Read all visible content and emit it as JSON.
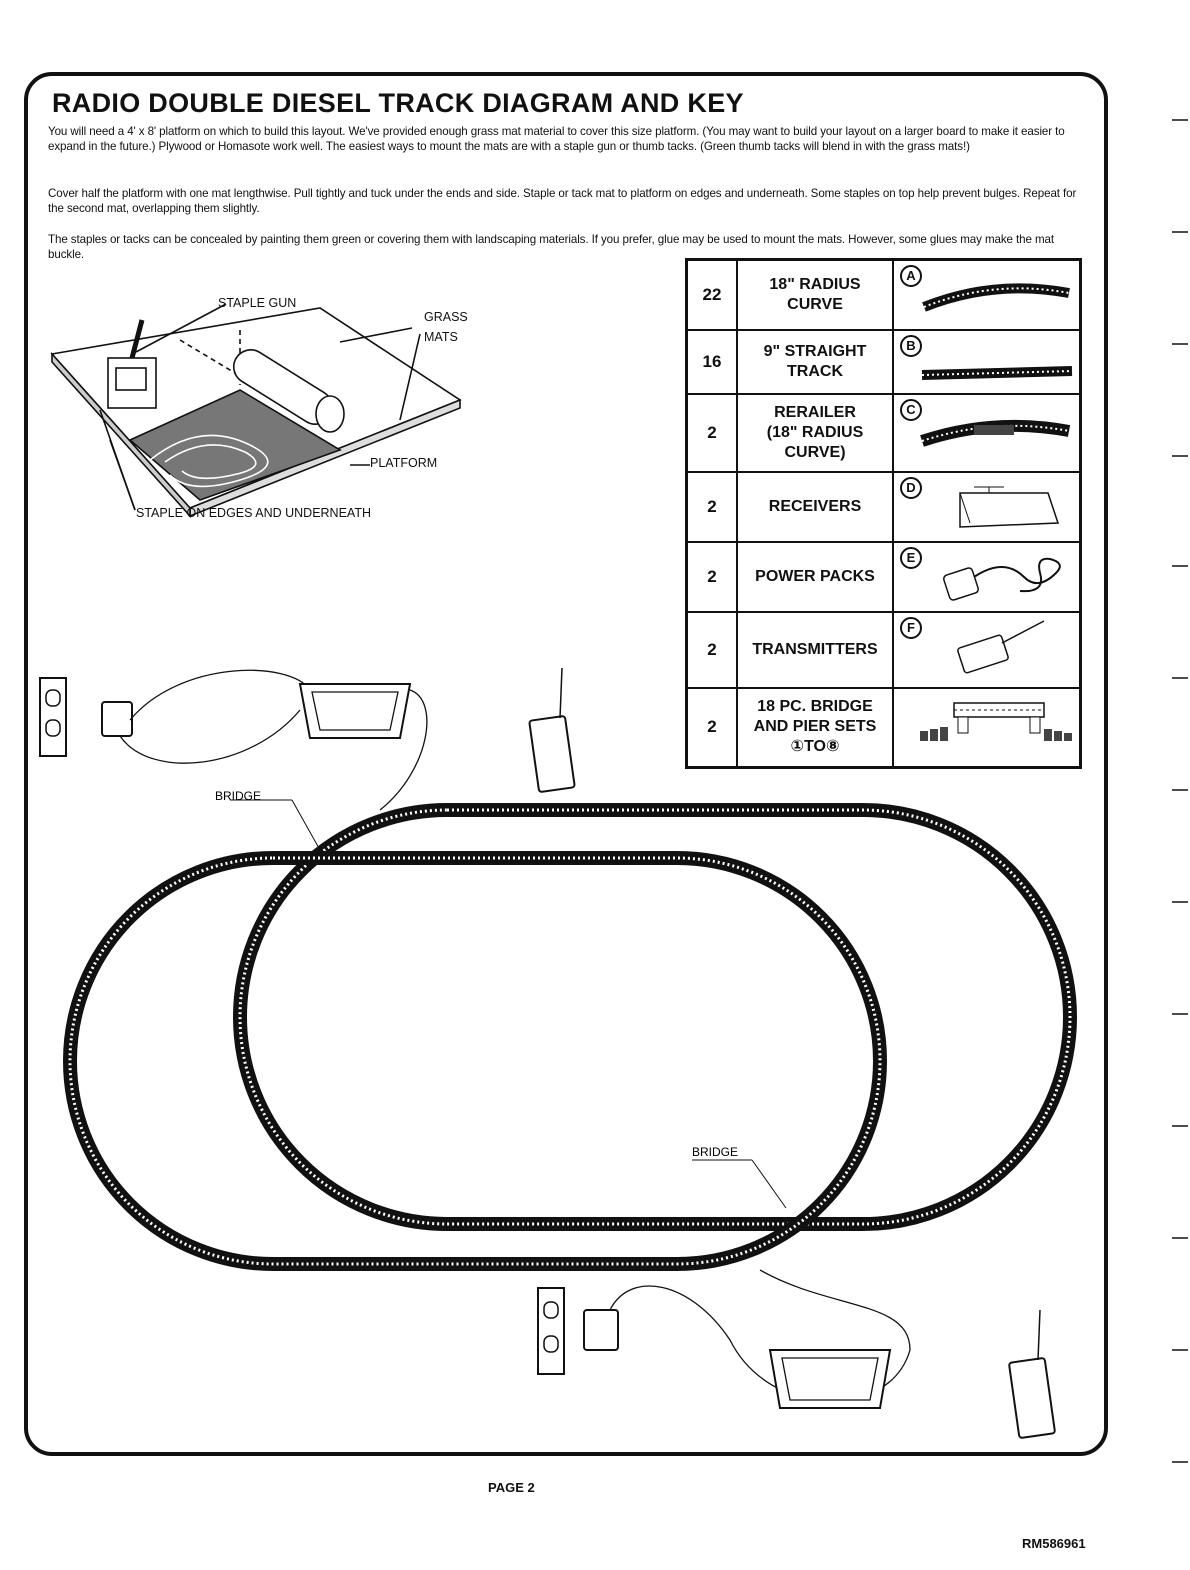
{
  "title": "RADIO DOUBLE DIESEL TRACK DIAGRAM AND KEY",
  "paragraphs": [
    "You will need a 4' x 8' platform on which to build this layout. We've provided enough grass mat material to cover this size platform. (You may want to build your layout on a larger board to make it easier to expand in the future.) Plywood or Homasote work well. The easiest ways to mount the mats are with a staple gun or thumb tacks. (Green thumb tacks will blend in with the grass mats!)",
    "Cover half the platform with one mat lengthwise. Pull tightly and tuck under the ends and side. Staple or tack mat to platform on edges and underneath. Some staples on top help prevent bulges. Repeat for the second mat, overlapping them slightly.",
    "The staples or tacks can be concealed by painting them green or covering them with landscaping materials. If you prefer, glue may be used to mount the mats. However, some glues may make the mat buckle."
  ],
  "illustration": {
    "staple_gun": "STAPLE GUN",
    "grass_mats_1": "GRASS",
    "grass_mats_2": "MATS",
    "platform": "PLATFORM",
    "staple_edges": "STAPLE ON EDGES AND UNDERNEATH"
  },
  "key": [
    {
      "qty": "22",
      "line1": "18\" RADIUS",
      "line2": "CURVE",
      "line3": "",
      "letter": "A",
      "icon": "curved-track-icon"
    },
    {
      "qty": "16",
      "line1": "9\" STRAIGHT",
      "line2": "TRACK",
      "line3": "",
      "letter": "B",
      "icon": "straight-track-icon"
    },
    {
      "qty": "2",
      "line1": "RERAILER",
      "line2": "(18\" RADIUS",
      "line3": "CURVE)",
      "letter": "C",
      "icon": "rerailer-icon"
    },
    {
      "qty": "2",
      "line1": "RECEIVERS",
      "line2": "",
      "line3": "",
      "letter": "D",
      "icon": "receiver-icon"
    },
    {
      "qty": "2",
      "line1": "POWER PACKS",
      "line2": "",
      "line3": "",
      "letter": "E",
      "icon": "power-pack-icon"
    },
    {
      "qty": "2",
      "line1": "TRANSMITTERS",
      "line2": "",
      "line3": "",
      "letter": "F",
      "icon": "transmitter-icon"
    },
    {
      "qty": "2",
      "line1": "18 PC. BRIDGE",
      "line2": "AND PIER SETS",
      "line3": "①TO⑧",
      "letter": "",
      "icon": "bridge-pier-icon"
    }
  ],
  "diagram": {
    "bridge_top": "BRIDGE",
    "bridge_bottom": "BRIDGE"
  },
  "footer": {
    "page": "PAGE 2",
    "code": "RM586961"
  }
}
